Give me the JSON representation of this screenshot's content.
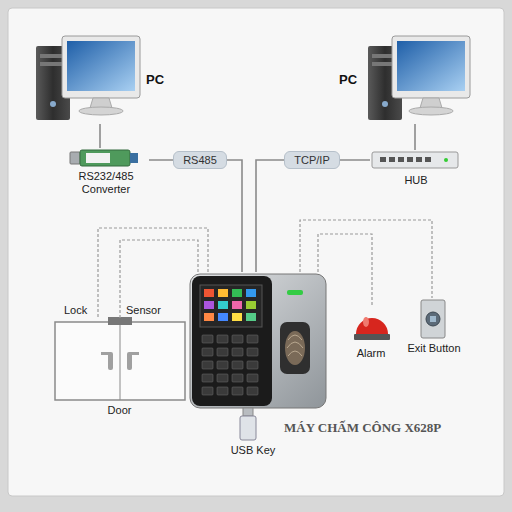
{
  "diagram": {
    "nodes": [
      {
        "text": [
          "PC"
        ]
      },
      {
        "text": [
          "PC"
        ]
      },
      {
        "text": [
          "RS232/485 Converter"
        ]
      },
      {
        "text": [
          "HUB"
        ]
      },
      {
        "text": [
          "Door"
        ]
      },
      {
        "text": [
          "MÁY CHẤM CÔNG X628P"
        ]
      },
      {
        "text": [
          "Alarm"
        ]
      },
      {
        "text": [
          "Exit Button"
        ]
      },
      {
        "text": [
          "USB Key"
        ]
      }
    ],
    "edges": [
      {
        "from": 0,
        "to": 2,
        "arrow": "none"
      },
      {
        "from": 2,
        "to": 5,
        "label": "RS485",
        "arrow": "none"
      },
      {
        "from": 1,
        "to": 3,
        "arrow": "none"
      },
      {
        "from": 3,
        "to": 5,
        "label": "TCP/IP",
        "arrow": "none"
      },
      {
        "from": 5,
        "to": 4,
        "arrow": "none"
      },
      {
        "from": 5,
        "to": 4,
        "arrow": "none"
      },
      {
        "from": 5,
        "to": 6,
        "arrow": "none"
      },
      {
        "from": 5,
        "to": 7,
        "arrow": "none"
      }
    ],
    "labels": [
      "Lock",
      "Sensor"
    ]
  }
}
